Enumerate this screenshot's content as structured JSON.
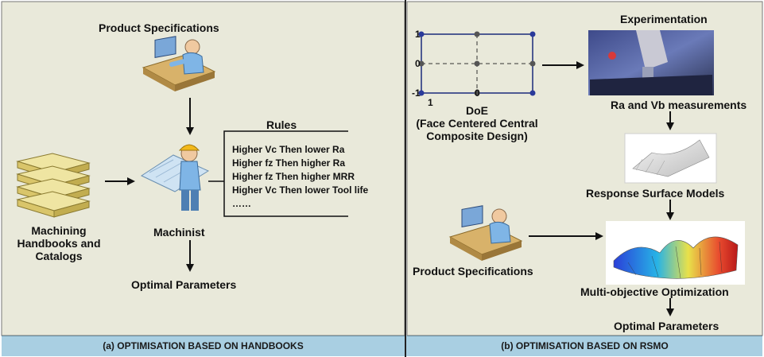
{
  "colors": {
    "panel_bg": "#e9e9da",
    "caption_bg": "#a9cfe2",
    "divider": "#222222"
  },
  "left_panel": {
    "product_specifications": "Product Specifications",
    "rules_title": "Rules",
    "rules": [
      "Higher Vc Then lower Ra",
      "Higher fz Then higher Ra",
      "Higher fz Then higher MRR",
      "Higher Vc Then lower Tool life",
      "……"
    ],
    "handbooks_label": [
      "Machining",
      "Handbooks and",
      "Catalogs"
    ],
    "machinist": "Machinist",
    "optimal_parameters": "Optimal Parameters",
    "caption": "(a) OPTIMISATION BASED ON HANDBOOKS"
  },
  "right_panel": {
    "doe_title": "DoE",
    "doe_subtitle": [
      "(Face Centered Central",
      "Composite Design)"
    ],
    "doe_ticks": {
      "y_top": "1",
      "y_mid": "0",
      "y_bottom": "-1",
      "x_left": "1",
      "x_mid": "0"
    },
    "experimentation": "Experimentation",
    "measurements": "Ra and Vb measurements",
    "response_surface": "Response Surface Models",
    "product_specifications": "Product Specifications",
    "multi_objective": "Multi-objective Optimization",
    "optimal_parameters": "Optimal Parameters",
    "caption": "(b) OPTIMISATION BASED ON RSMO"
  },
  "icons": [
    "person-at-computer-icon",
    "machinist-with-helmet-icon",
    "book-stack-icon",
    "machining-photo-icon",
    "response-surface-plot-icon",
    "optimization-surface-plot-icon"
  ]
}
